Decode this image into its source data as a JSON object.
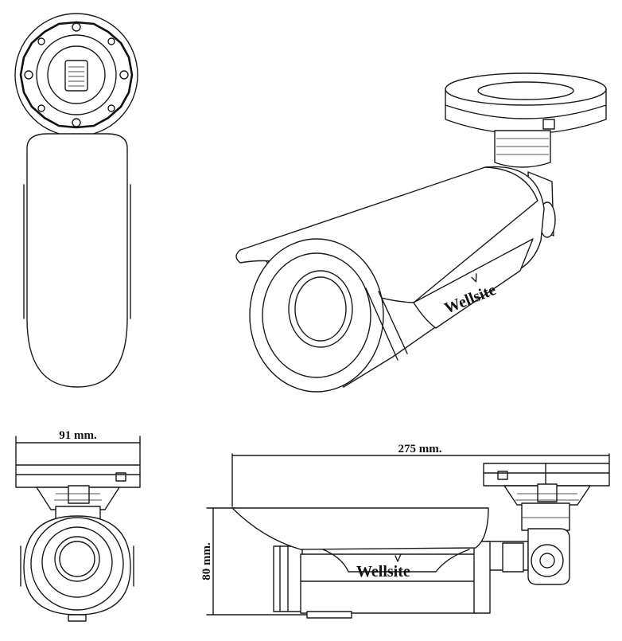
{
  "views": {
    "top": {},
    "perspective": {
      "brand": "Wellsite"
    },
    "front": {
      "width_label": "91 mm."
    },
    "side": {
      "length_label": "275 mm.",
      "height_label": "80 mm.",
      "brand": "Wellsite"
    }
  },
  "colors": {
    "line": "#1a1a1a",
    "background": "#ffffff"
  }
}
